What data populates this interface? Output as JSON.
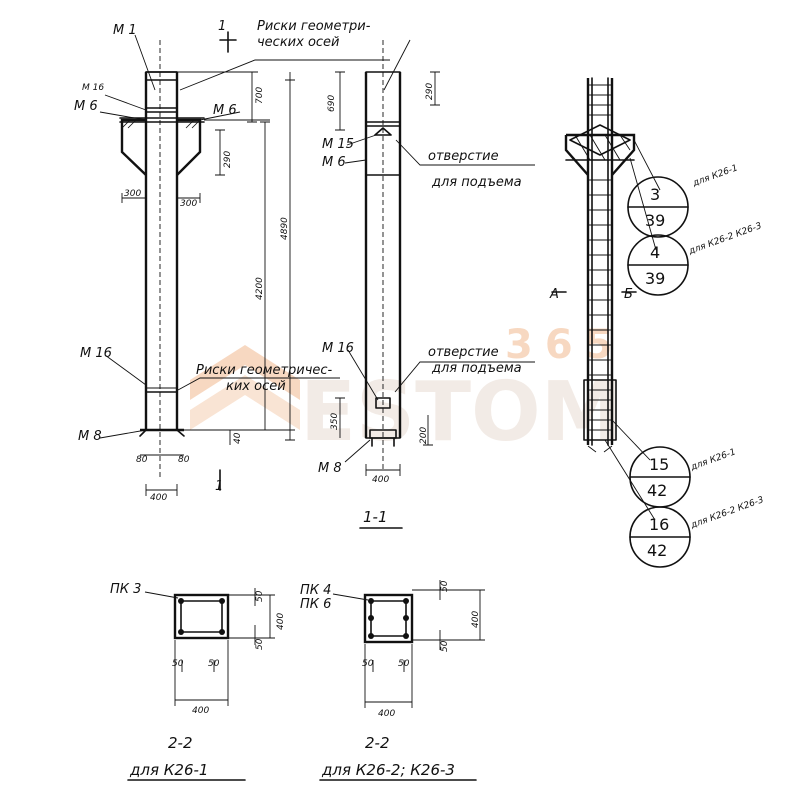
{
  "labels": {
    "m1": "М 1",
    "m16": "М 16",
    "m6": "М 6",
    "m8": "М 8",
    "m15": "М 15",
    "section_mark": "1",
    "axes_top": "Риски геометри-",
    "axes_top2": "ческих осей",
    "axes_bottom": "Риски геометричес-",
    "axes_bottom2": "ких осей",
    "hole_top": "отверстие",
    "hole_top2": "для подъема",
    "hole_bottom": "отверстие",
    "hole_bottom2": "для подъема",
    "view_a": "А",
    "view_b": "Б",
    "section_11": "1-1",
    "pk3": "ПК 3",
    "pk4": "ПК 4",
    "pk6": "ПК 6",
    "section_22a": "2-2",
    "section_22b": "2-2",
    "for_k26_1": "для К26-1",
    "for_k26_23": "для К26-2; К26-3"
  },
  "dimensions": {
    "d700": "700",
    "d290": "290",
    "d300": "300",
    "d4200": "4200",
    "d4890": "4890",
    "d80": "80",
    "d400": "400",
    "d690": "690",
    "d40": "40",
    "d200": "200",
    "d350": "350",
    "d50": "50"
  },
  "callouts": [
    {
      "top": "3",
      "bottom": "39",
      "note": "для К26-1"
    },
    {
      "top": "4",
      "bottom": "39",
      "note": "для К26-2 К26-3"
    },
    {
      "top": "15",
      "bottom": "42",
      "note": "для К26-1"
    },
    {
      "top": "16",
      "bottom": "42",
      "note": "для К26-2 К26-3"
    }
  ],
  "watermark": {
    "brand": "ESTOM",
    "number": "365",
    "color": "#f2b98f"
  }
}
